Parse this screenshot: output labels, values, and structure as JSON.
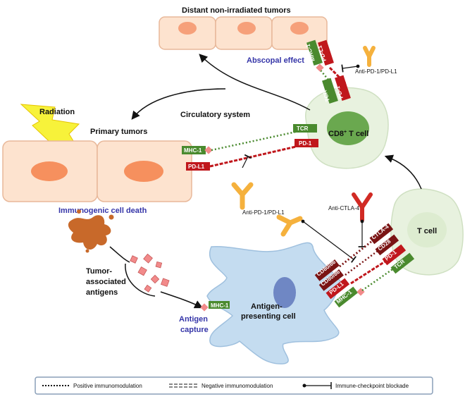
{
  "labels": {
    "distant_tumors": "Distant non-irradiated tumors",
    "abscopal_effect": "Abscopal effect",
    "radiation": "Radiation",
    "primary_tumors": "Primary tumors",
    "circulatory_system": "Circulatory system",
    "cd8_prefix": "CD8",
    "cd8_sup": "+",
    "cd8_suffix": " T cell",
    "t_cell": "T cell",
    "immunogenic_cell_death": "Immunogenic cell death",
    "tumor_antigens_1": "Tumor-",
    "tumor_antigens_2": "associated",
    "tumor_antigens_3": "antigens",
    "antigen_capture_1": "Antigen",
    "antigen_capture_2": "capture",
    "apc_1": "Antigen-",
    "apc_2": "presenting cell",
    "anti_pd1_top": "Anti-PD-1/PD-L1",
    "anti_pd1_mid": "Anti-PD-1/PD-L1",
    "anti_ctla4": "Anti-CTLA-4"
  },
  "tags": {
    "mhc1": "MHC-1",
    "tcr": "TCR",
    "pd1": "PD-1",
    "pdl1": "PD-L1",
    "ctla4": "CTLA-4",
    "cd28": "CD28",
    "cd80_86": "CD80/86"
  },
  "legend": {
    "positive": "Positive immunomodulation",
    "negative": "Negative immunomodulation",
    "blockade": "Immune-checkpoint blockade"
  },
  "colors": {
    "green": "#4a8a2e",
    "red": "#c0171c",
    "dark_red": "#7a1414",
    "tumor_cell": "#fde3cf",
    "nucleus": "#f6905e",
    "t_cell": "#e8f2df",
    "t_cell_nucleus": "#6aa84f",
    "apc": "#c4dcf0",
    "antibody_yellow": "#f5b13d",
    "antibody_red": "#d12a24",
    "accent_blue": "#3535a8"
  }
}
